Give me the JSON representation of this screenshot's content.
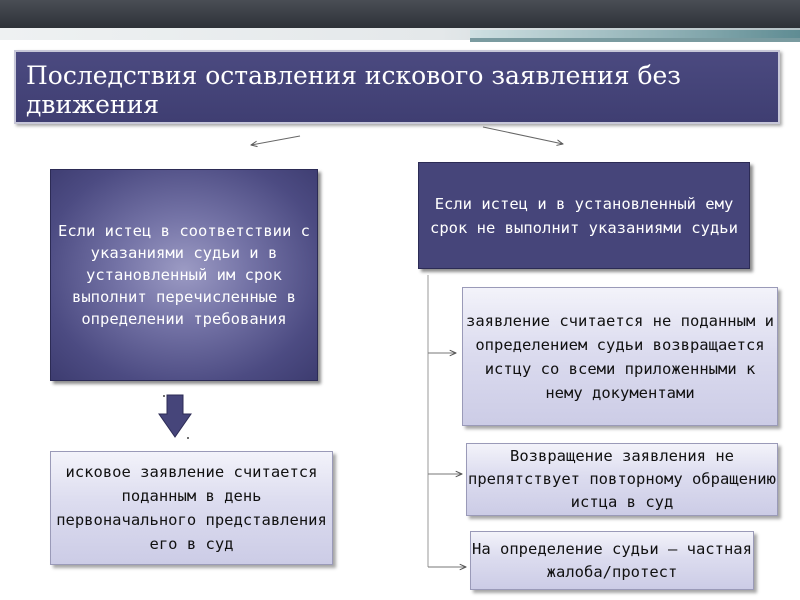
{
  "diagram": {
    "title": "Последствия оставления искового заявления без движения",
    "left_condition": "Если истец в соответствии с указаниями судьи и в установленный им срок выполнит перечисленные в определении требования",
    "left_result": "исковое заявление считается поданным в день первоначального представления его в суд",
    "right_condition": "Если истец и в установленный ему срок не выполнит указаниями судьи",
    "right_results": [
      "заявление считается не поданным и определением судьи возвращается истцу со всеми приложенными к нему документами",
      "Возвращение заявления не препятствует повторному обращению истца в суд",
      "На определение судьи – частная жалоба/протест"
    ]
  },
  "colors": {
    "title_fill": "#46457a",
    "dark_box_fill": "#46457a",
    "light_box_fill": "#dcdcef",
    "arrow_fill": "#46457a"
  }
}
